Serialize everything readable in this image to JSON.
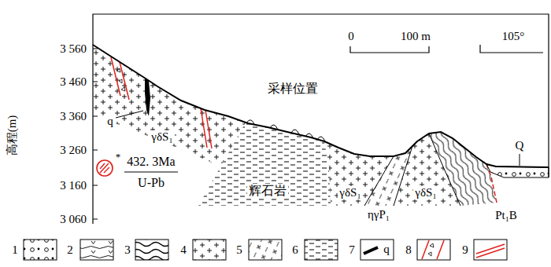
{
  "diagram": {
    "labels": [
      "3 560",
      "3 460",
      "3 360",
      "3 260",
      "3 160",
      "3 060",
      "高程(m)",
      "0",
      "100 m",
      "105°",
      "采样位置",
      "q",
      "γδS₁",
      "*",
      "432. 3Ma",
      "U-Pb",
      "辉石岩",
      "γδS₁",
      "ηγP₁",
      "γδS₁",
      "Pt₁B",
      "Q",
      "q"
    ],
    "legend": [
      {
        "text": "1"
      },
      {
        "text": "2"
      },
      {
        "text": "3"
      },
      {
        "text": "4"
      },
      {
        "text": "5"
      },
      {
        "text": "6"
      },
      {
        "text": "7"
      },
      {
        "text": "8"
      },
      {
        "text": "9"
      }
    ]
  }
}
